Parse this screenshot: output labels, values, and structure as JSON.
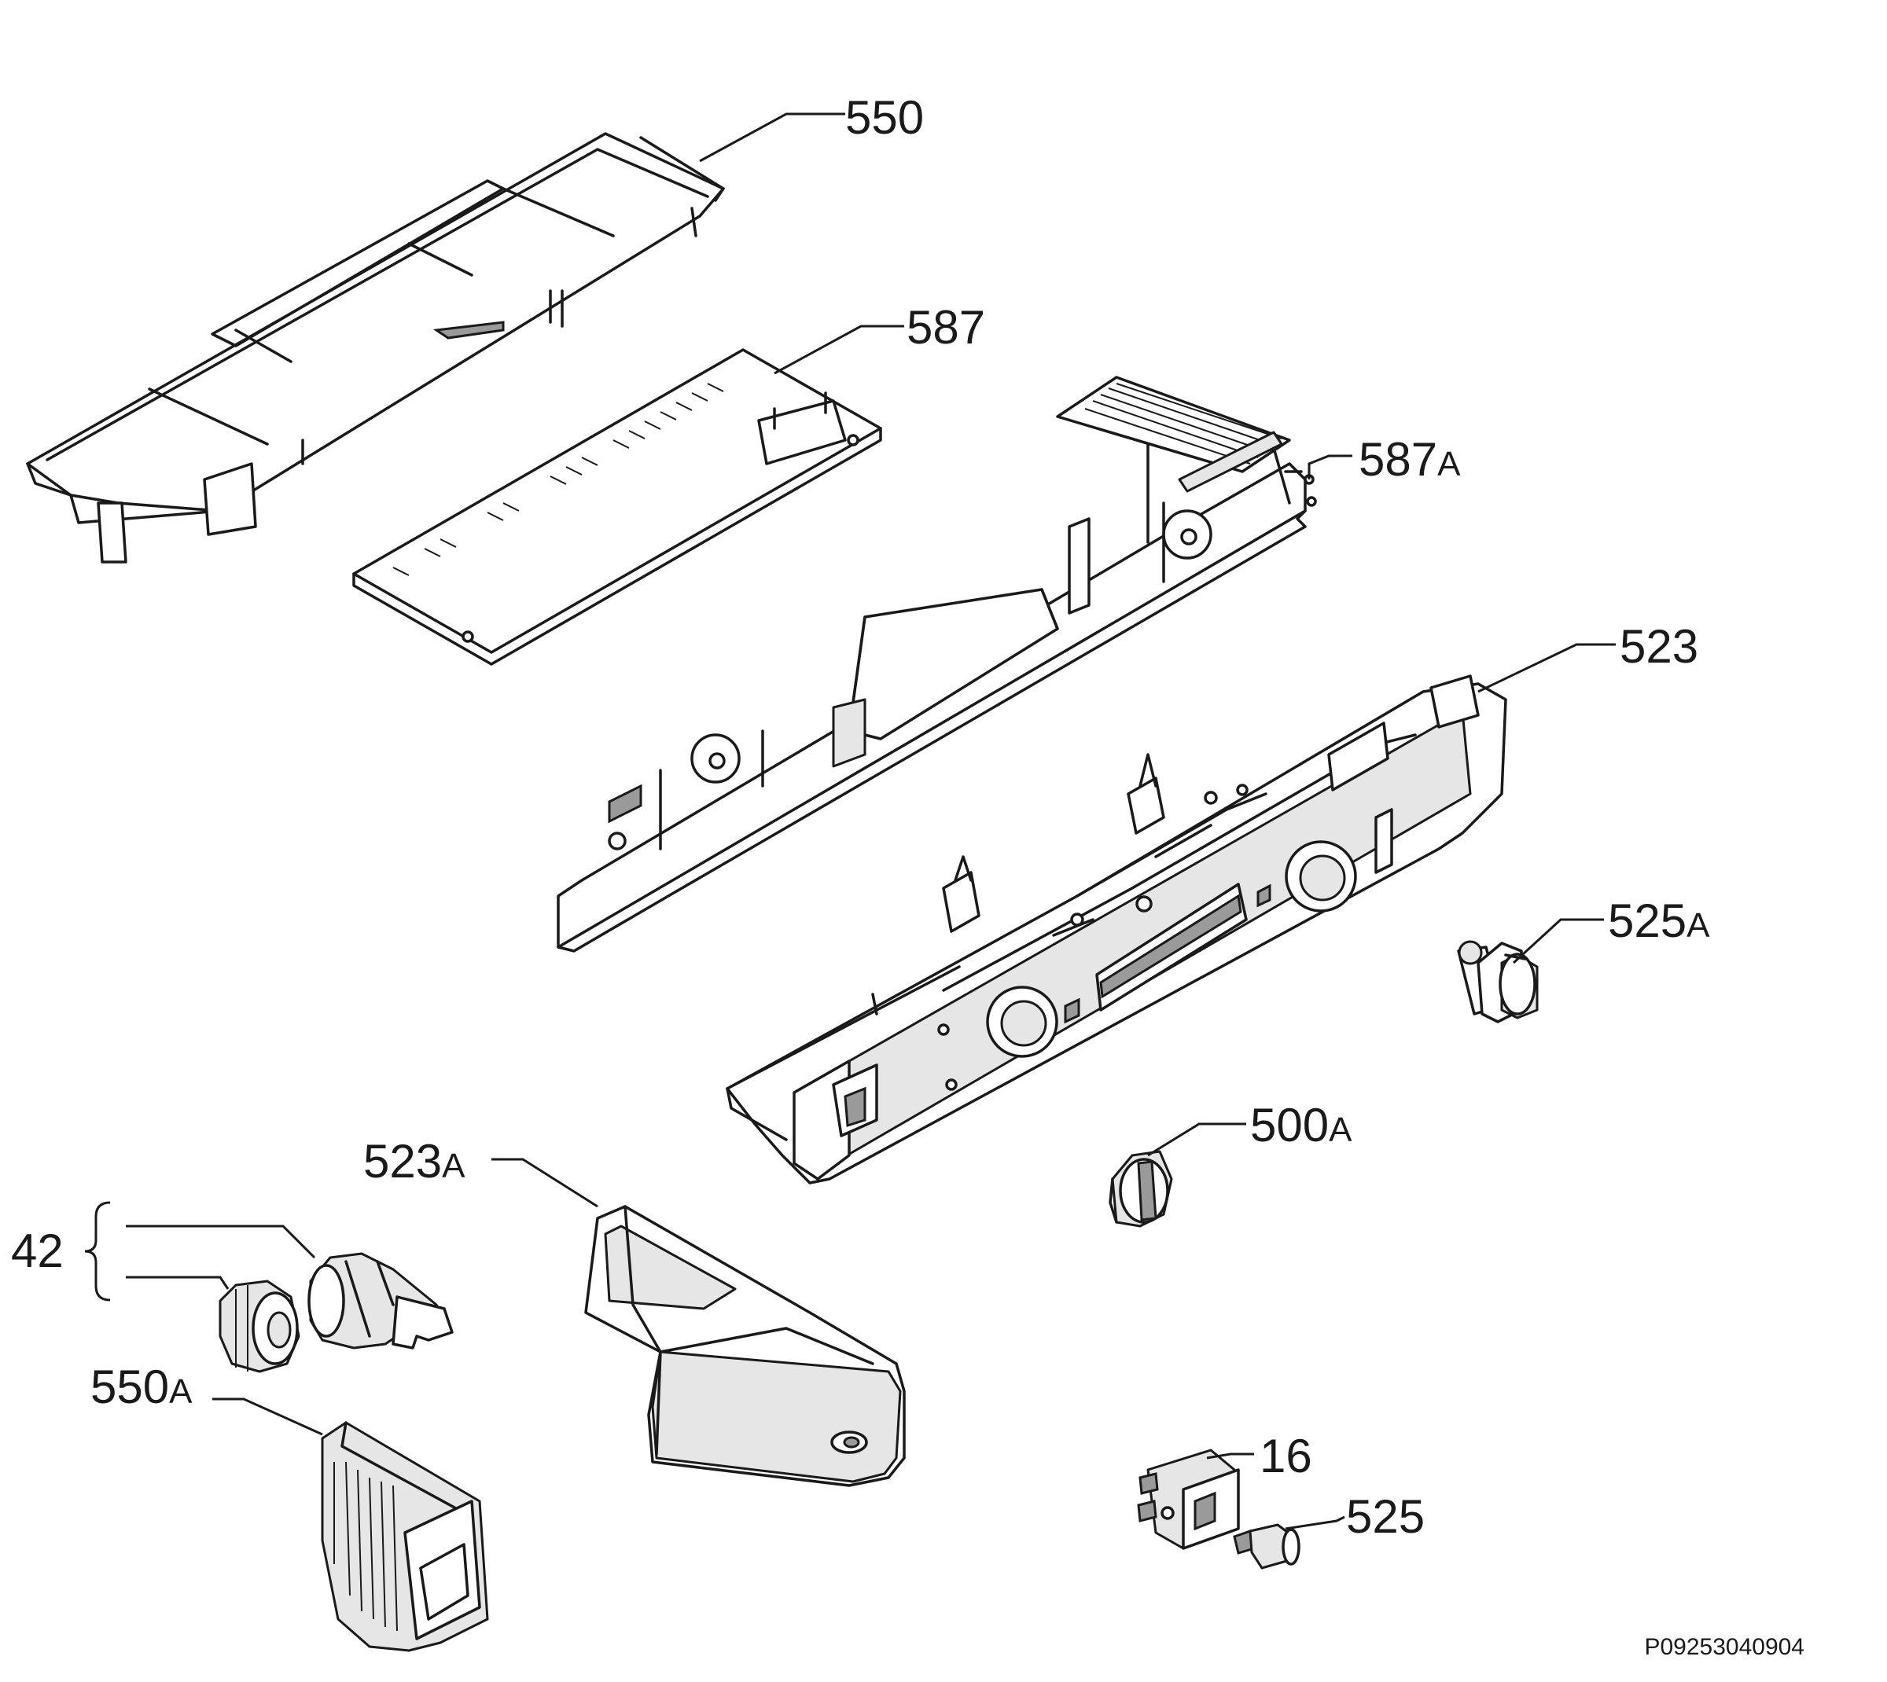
{
  "labels": {
    "p550": {
      "num": "550",
      "suffix": ""
    },
    "p587": {
      "num": "587",
      "suffix": ""
    },
    "p587a": {
      "num": "587",
      "suffix": "A"
    },
    "p523": {
      "num": "523",
      "suffix": ""
    },
    "p525a": {
      "num": "525",
      "suffix": "A"
    },
    "p500a": {
      "num": "500",
      "suffix": "A"
    },
    "p523a": {
      "num": "523",
      "suffix": "A"
    },
    "p42": {
      "num": "42",
      "suffix": ""
    },
    "p550a": {
      "num": "550",
      "suffix": "A"
    },
    "p16": {
      "num": "16",
      "suffix": ""
    },
    "p525": {
      "num": "525",
      "suffix": ""
    }
  },
  "drawing_code": "P09253040904"
}
